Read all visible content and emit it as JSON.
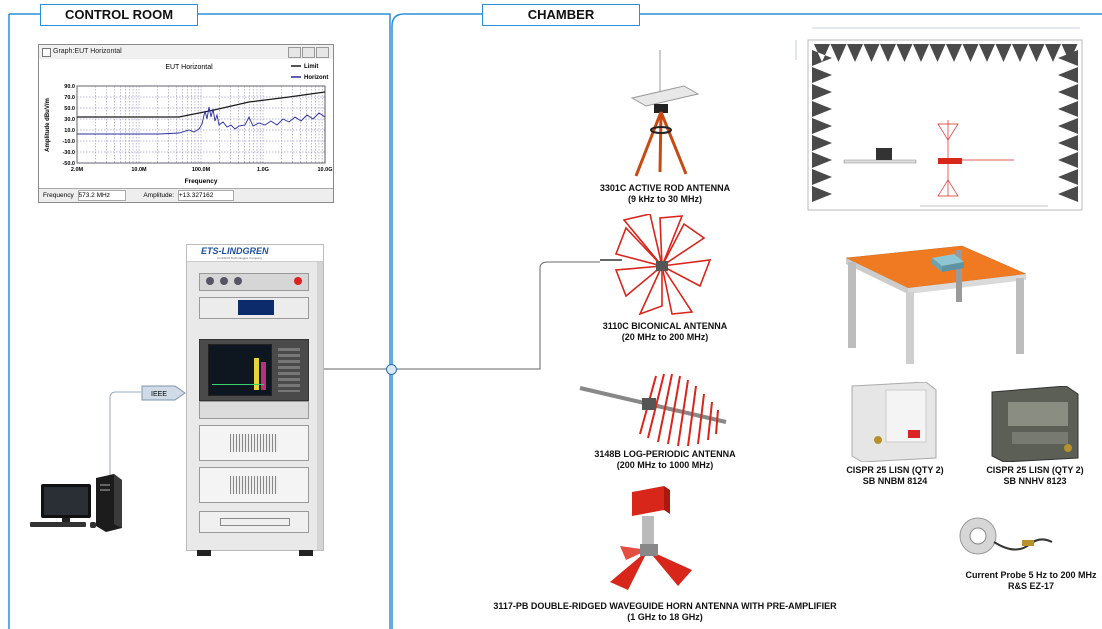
{
  "sections": {
    "control_room": "CONTROL ROOM",
    "chamber": "CHAMBER"
  },
  "software_window": {
    "title": "Graph:EUT Horizontal",
    "chart_title": "EUT Horizontal",
    "legend": [
      "Limit",
      "Horizont"
    ],
    "ylabel": "Amplitude dBuV/m",
    "xlabel": "Frequency",
    "y_ticks": [
      "90.0",
      "70.0",
      "50.0",
      "30.0",
      "10.0",
      "-10.0",
      "-30.0",
      "-50.0"
    ],
    "x_ticks": [
      "2.0M",
      "10.0M",
      "100.0M",
      "1.0G",
      "10.0G"
    ],
    "status_freq_label": "Frequency",
    "status_freq_value": "573.2 MHz",
    "status_amp_label": "Amplitude",
    "status_amp_value": "+13.327162"
  },
  "rack": {
    "brand": "ETS-LINDGREN",
    "tagline": "An ESCO Technologies Company"
  },
  "ieee_label": "IEEE",
  "antennas": {
    "rod": {
      "line1": "3301C ACTIVE ROD ANTENNA",
      "line2": "(9 kHz to 30 MHz)"
    },
    "biconical": {
      "line1": "3110C BICONICAL ANTENNA",
      "line2": "(20 MHz to 200 MHz)"
    },
    "log_periodic": {
      "line1": "3148B LOG-PERIODIC ANTENNA",
      "line2": "(200 MHz to 1000 MHz)"
    },
    "horn": {
      "line1": "3117-PB DOUBLE-RIDGED WAVEGUIDE HORN ANTENNA WITH PRE-AMPLIFIER",
      "line2": "(1 GHz to 18 GHz)"
    }
  },
  "lisn": {
    "a": {
      "line1": "CISPR 25 LISN  (QTY 2)",
      "line2": "SB NNBM 8124"
    },
    "b": {
      "line1": "CISPR 25 LISN  (QTY 2)",
      "line2": "SB NNHV 8123"
    }
  },
  "probe": {
    "line1": "Current Probe 5 Hz to 200 MHz",
    "line2": "R&S EZ-17"
  },
  "colors": {
    "frame": "#2a8fd8",
    "antenna": "#d8261b",
    "table_top": "#f07a22",
    "plot_limit": "#1a1a1a",
    "plot_trace": "#2b2ba0"
  }
}
